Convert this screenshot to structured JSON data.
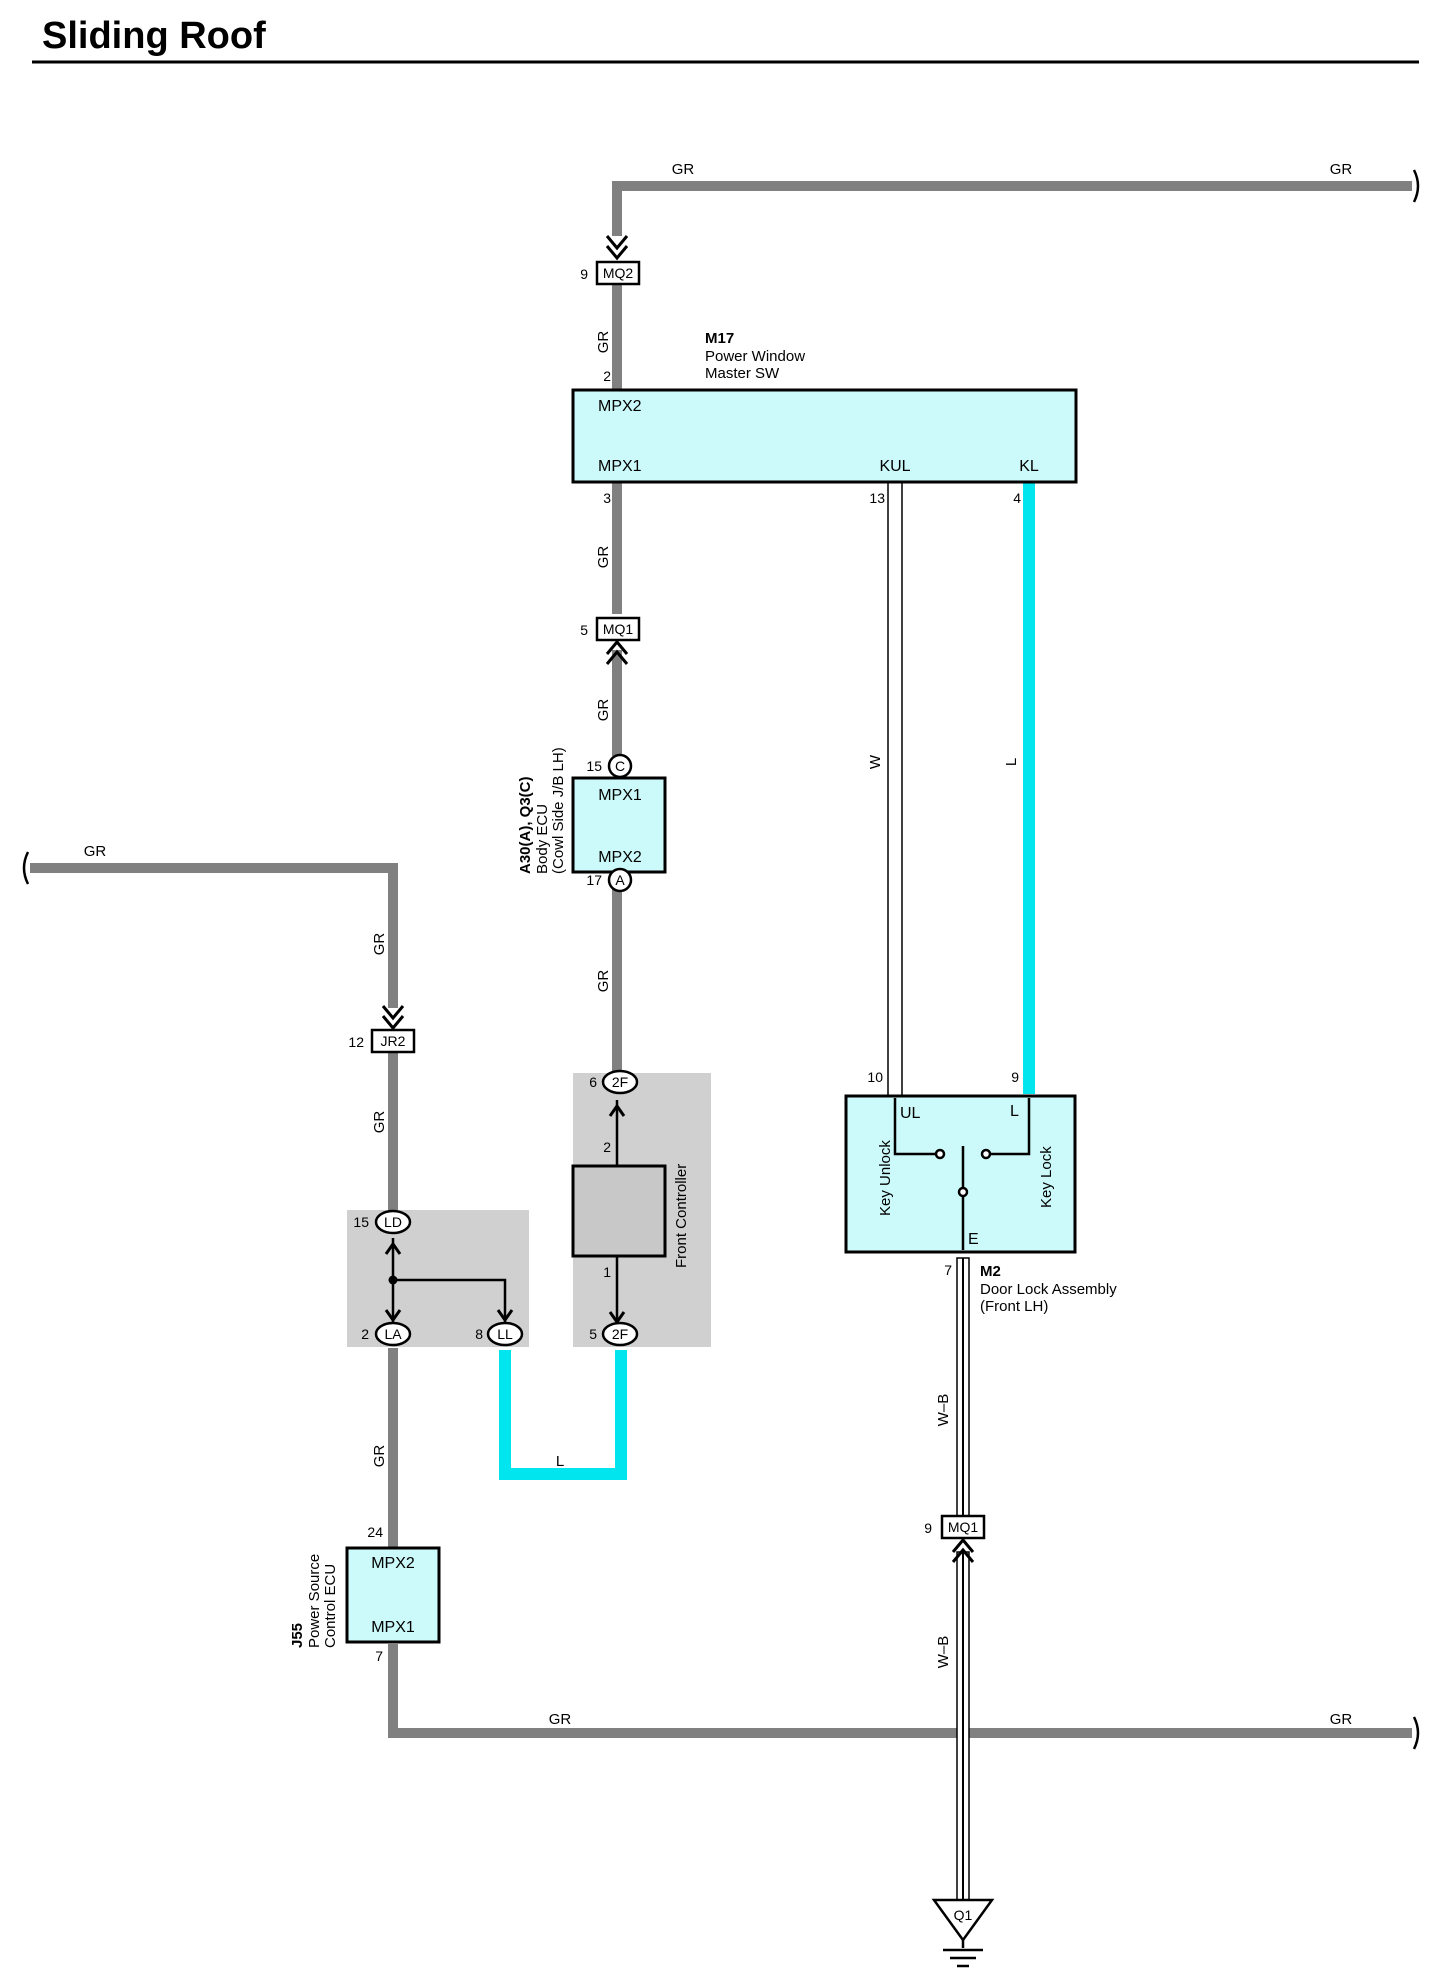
{
  "title": "Sliding Roof",
  "colors": {
    "gr_wire": "#808080",
    "l_wire": "#00e5ee",
    "ecu_fill": "#ccf9f9",
    "group_fill": "#d0d0d0",
    "front_ctrl_fill": "#c8c8c8"
  },
  "wire_labels": {
    "gr": "GR",
    "l": "L",
    "w": "W",
    "wb": "W–B"
  },
  "connectors": {
    "mq2": "MQ2",
    "mq1": "MQ1",
    "jr2": "JR2",
    "c": "C",
    "a": "A",
    "fc": "2F",
    "ld": "LD",
    "la": "LA",
    "ll": "LL",
    "ground": "Q1"
  },
  "pins": {
    "mq2": "9",
    "m17_mpx2": "2",
    "m17_mpx1": "3",
    "m17_kul": "13",
    "m17_kl": "4",
    "mq1_top": "5",
    "body_c": "15",
    "body_a": "17",
    "jr2": "12",
    "fc_top": "6",
    "fc_internal_top": "2",
    "fc_internal_bottom": "1",
    "fc_bottom": "5",
    "ld": "15",
    "la": "2",
    "ll": "8",
    "m2_ul": "10",
    "m2_l": "9",
    "m2_e": "7",
    "mq1_bottom": "9",
    "j55_mpx2": "24",
    "j55_mpx1": "7"
  },
  "components": {
    "m17": {
      "code": "M17",
      "name_line1": "Power Window",
      "name_line2": "Master SW",
      "t_mpx2": "MPX2",
      "t_mpx1": "MPX1",
      "t_kul": "KUL",
      "t_kl": "KL"
    },
    "body_ecu": {
      "code": "A30(A), Q3(C)",
      "name_line1": "Body ECU",
      "name_line2": "(Cowl Side J/B LH)",
      "t_mpx1": "MPX1",
      "t_mpx2": "MPX2"
    },
    "front_controller": {
      "name": "Front Controller"
    },
    "m2": {
      "code": "M2",
      "name_line1": "Door Lock Assembly",
      "name_line2": "(Front LH)",
      "t_ul": "UL",
      "t_l": "L",
      "t_e": "E",
      "key_unlock": "Key Unlock",
      "key_lock": "Key Lock"
    },
    "j55": {
      "code": "J55",
      "name_line1": "Power Source",
      "name_line2": "Control ECU",
      "t_mpx2": "MPX2",
      "t_mpx1": "MPX1"
    }
  }
}
